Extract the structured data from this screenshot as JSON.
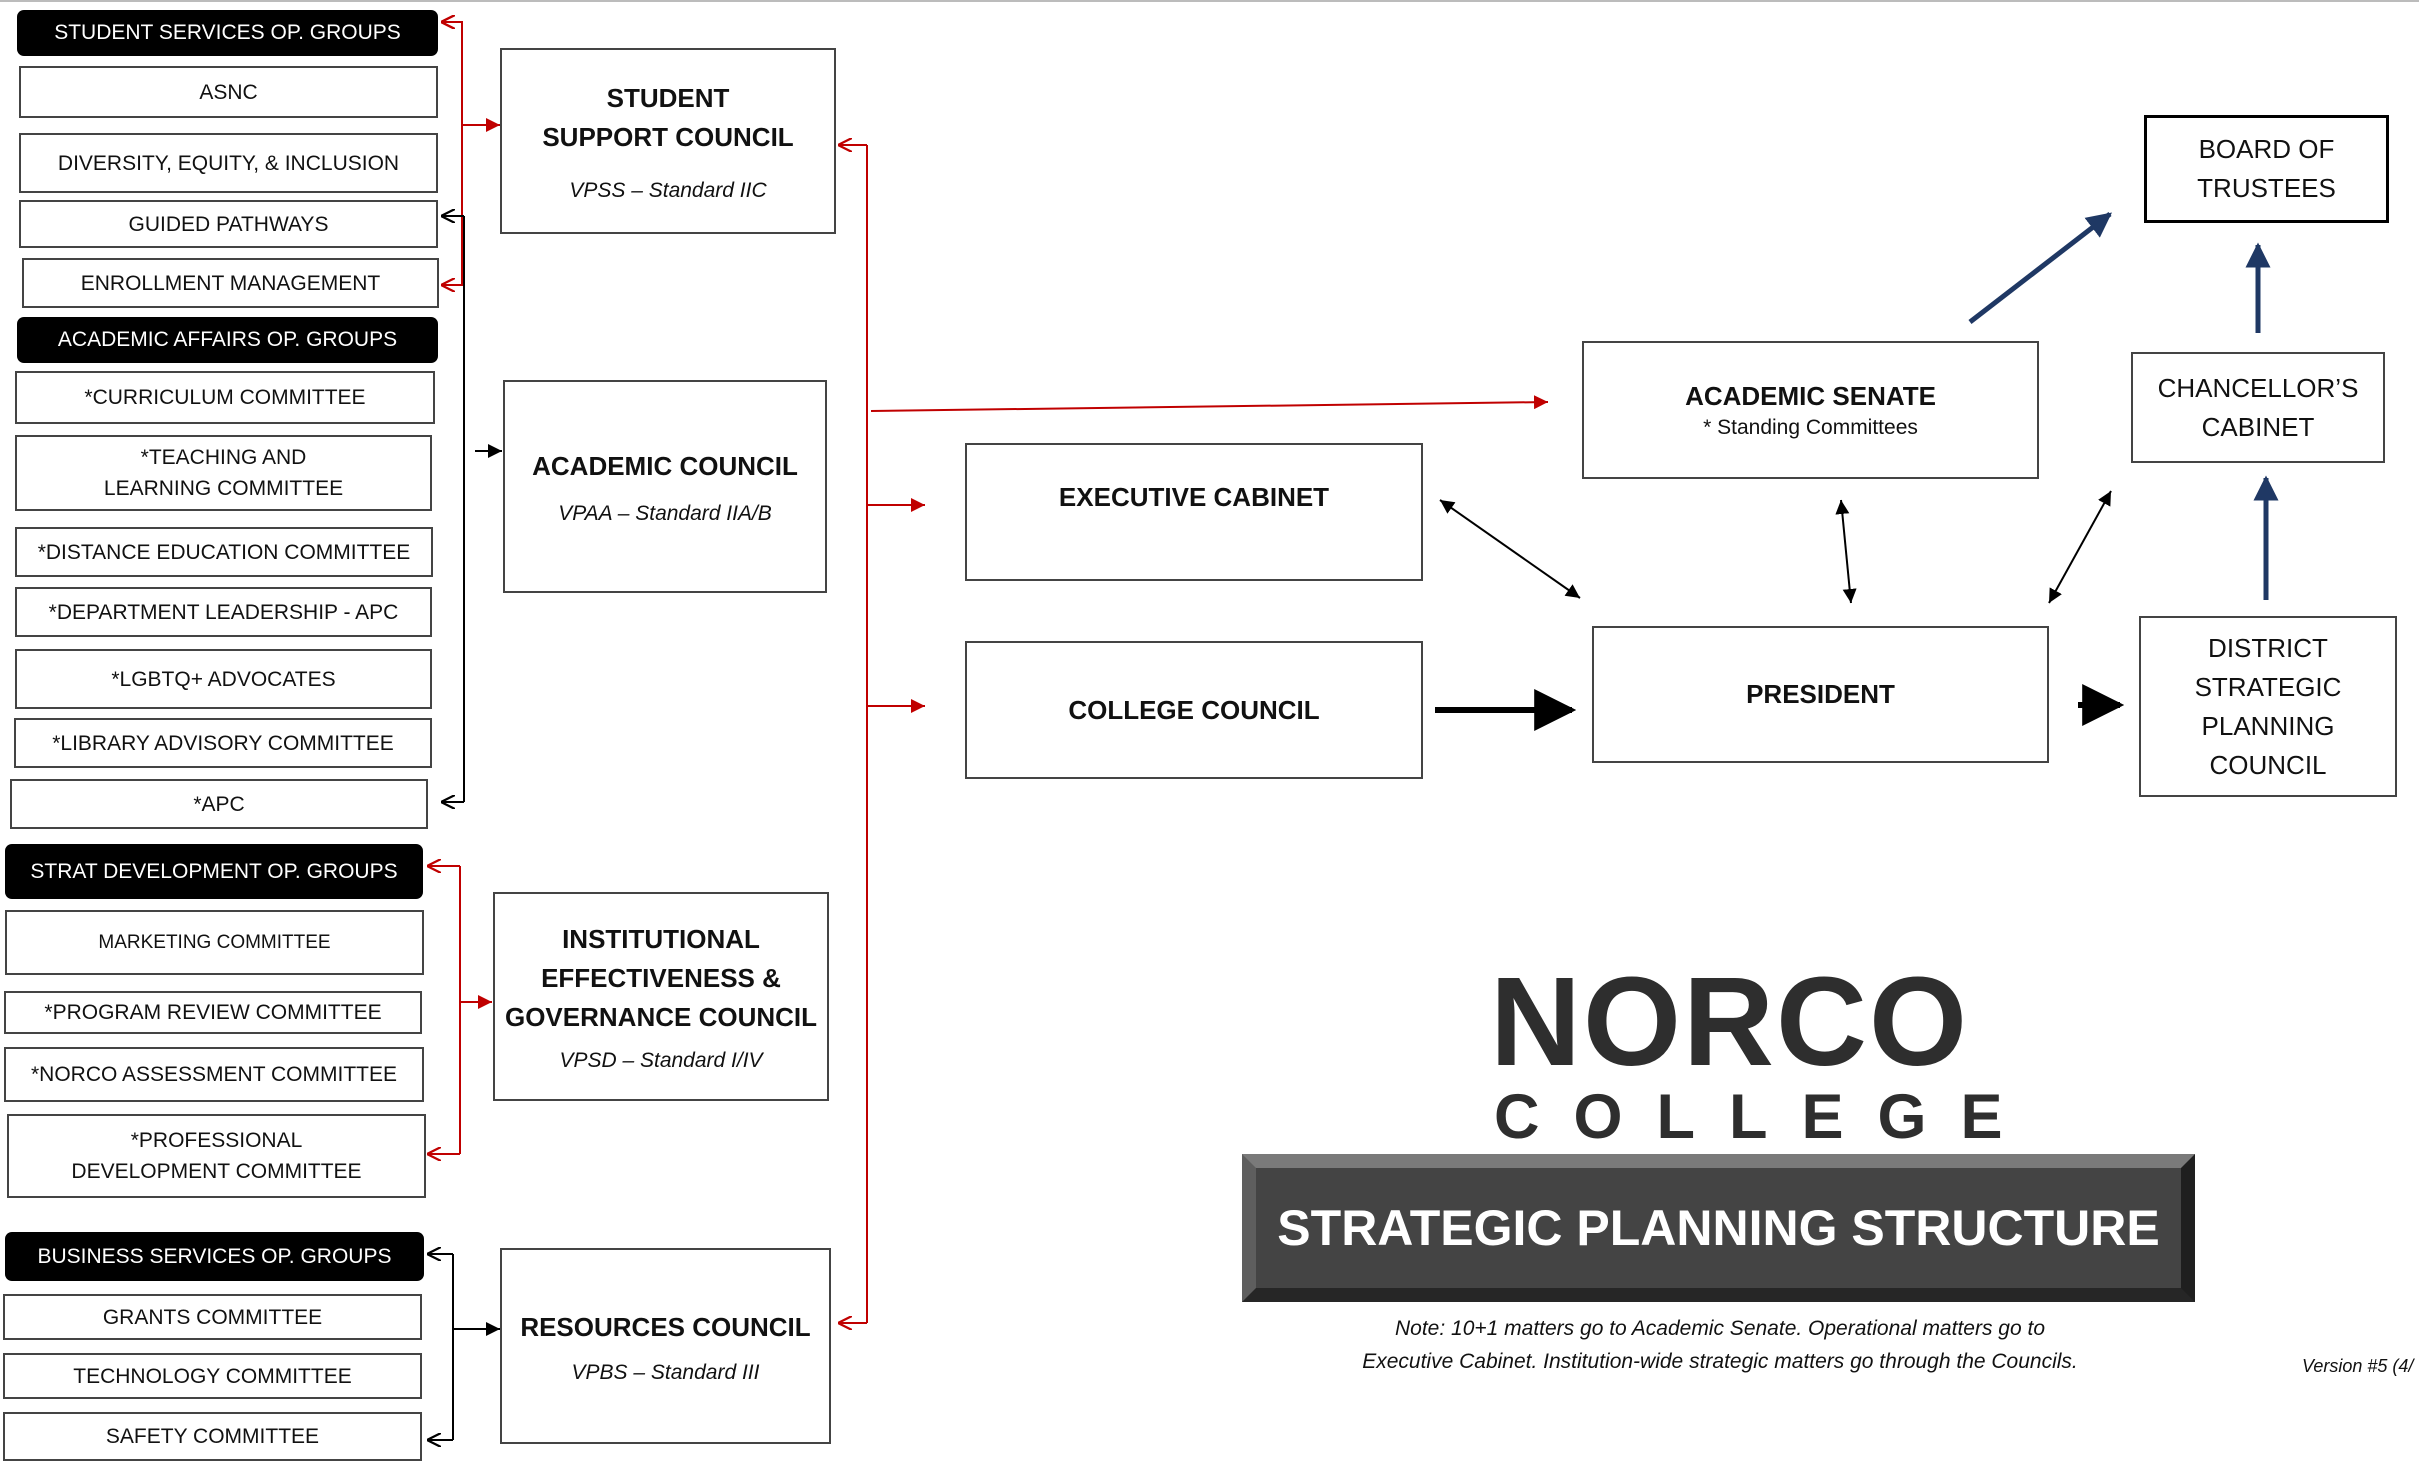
{
  "student_services": {
    "header": "STUDENT SERVICES OP. GROUPS",
    "items": [
      "ASNC",
      "DIVERSITY, EQUITY, & INCLUSION",
      "GUIDED PATHWAYS",
      "ENROLLMENT MANAGEMENT"
    ]
  },
  "academic_affairs": {
    "header": "ACADEMIC AFFAIRS OP. GROUPS",
    "items": [
      "*CURRICULUM COMMITTEE",
      "*TEACHING AND LEARNING COMMITTEE",
      "*DISTANCE EDUCATION COMMITTEE",
      "*DEPARTMENT LEADERSHIP - APC",
      "*LGBTQ+ ADVOCATES",
      "*LIBRARY ADVISORY COMMITTEE",
      "*APC"
    ]
  },
  "strat_development": {
    "header": "STRAT DEVELOPMENT OP. GROUPS",
    "items": [
      "MARKETING COMMITTEE",
      "*PROGRAM REVIEW COMMITTEE",
      "*NORCO ASSESSMENT COMMITTEE",
      "*PROFESSIONAL DEVELOPMENT COMMITTEE"
    ]
  },
  "business_services": {
    "header": "BUSINESS SERVICES OP. GROUPS",
    "items": [
      "GRANTS COMMITTEE",
      "TECHNOLOGY COMMITTEE",
      "SAFETY COMMITTEE"
    ]
  },
  "councils": {
    "student_support": {
      "title": "STUDENT SUPPORT COUNCIL",
      "sub": "VPSS – Standard IIC"
    },
    "academic": {
      "title": "ACADEMIC COUNCIL",
      "sub": "VPAA – Standard IIA/B"
    },
    "institutional": {
      "title": "INSTITUTIONAL EFFECTIVENESS & GOVERNANCE COUNCIL",
      "sub": "VPSD – Standard I/IV"
    },
    "resources": {
      "title": "RESOURCES COUNCIL",
      "sub": "VPBS – Standard III"
    }
  },
  "executive_cabinet": "EXECUTIVE CABINET",
  "college_council": "COLLEGE COUNCIL",
  "academic_senate": {
    "title": "ACADEMIC SENATE",
    "sub": "* Standing Committees"
  },
  "president": "PRESIDENT",
  "board_of_trustees": "BOARD OF TRUSTEES",
  "chancellors_cabinet": "CHANCELLOR’S CABINET",
  "district_council": "DISTRICT STRATEGIC PLANNING COUNCIL",
  "logo": {
    "word": "NORCO",
    "sub": "COLLEGE"
  },
  "banner_title": "STRATEGIC PLANNING STRUCTURE",
  "note_line1": "Note: 10+1 matters go to Academic Senate. Operational matters go to",
  "note_line2": "Executive Cabinet. Institution-wide strategic matters go through the Councils.",
  "version": "Version #5 (4/",
  "colors": {
    "red_connector": "#c00000",
    "navy_arrow": "#1f3864",
    "header_bg": "#000000",
    "banner_bg": "#444444"
  }
}
